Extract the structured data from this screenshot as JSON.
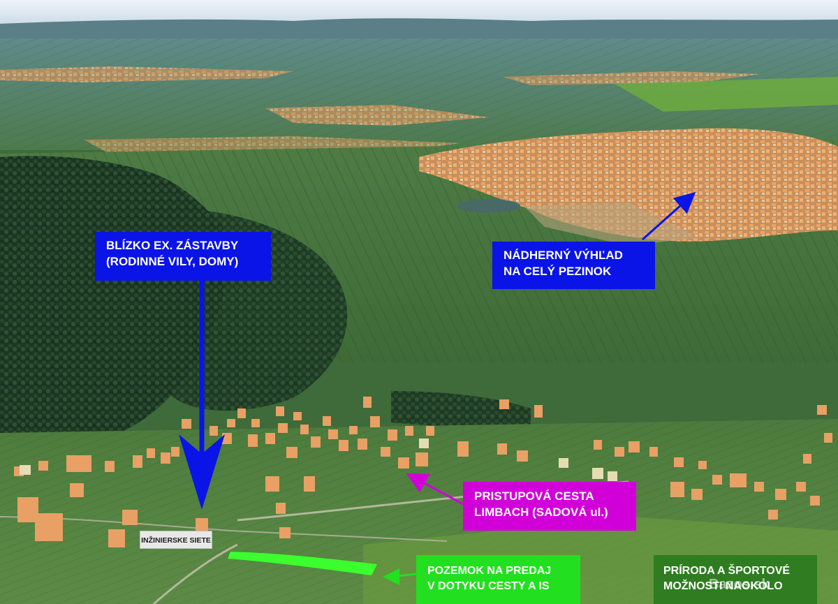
{
  "callouts": {
    "blizko": {
      "line1": "BLÍZKO EX. ZÁSTAVBY",
      "line2": "(RODINNÉ VILY, DOMY)",
      "color": "#0a14e6"
    },
    "vyhlad": {
      "line1": "NÁDHERNÝ VÝHĽAD",
      "line2": "NA CELÝ PEZINOK",
      "color": "#0a14e6"
    },
    "cesta": {
      "line1": "PRISTUPOVÁ CESTA",
      "line2": "LIMBACH (SADOVÁ ul.)",
      "color": "#d100d9"
    },
    "pozemok": {
      "line1": "POZEMOK NA PREDAJ",
      "line2": "V DOTYKU CESTY A IS",
      "color": "#22e01f"
    },
    "priroda": {
      "line1": "PRÍRODA A ŠPORTOVÉ",
      "line2": "MOŽNOSTI NAOKOLO",
      "color": "#2f7d20"
    }
  },
  "siete_label": "INŽINIERSKE SIETE",
  "watermark": "Bazos.sk",
  "colors": {
    "sky": "#dfe9f2",
    "forest": "#1d3b24",
    "fields": "#4f7a3f",
    "buildings": "#e7a066",
    "plot_highlight": "#3cff2e",
    "arrow_blue": "#0a14e6",
    "arrow_magenta": "#d100d9",
    "arrow_green": "#22e01f"
  }
}
